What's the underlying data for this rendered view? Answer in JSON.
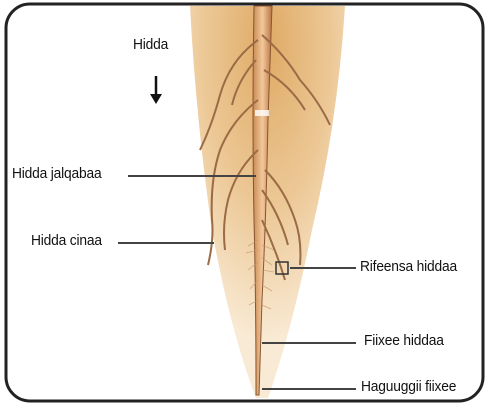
{
  "diagram": {
    "labels": {
      "title_arrow": "Hidda",
      "primary_root": "Hidda jalqabaa",
      "secondary_root": "Hidda cinaa",
      "root_hair": "Rifeensa hiddaa",
      "root_tip": "Fiixee hiddaa",
      "root_cap": "Haguuggii fiixee"
    }
  }
}
